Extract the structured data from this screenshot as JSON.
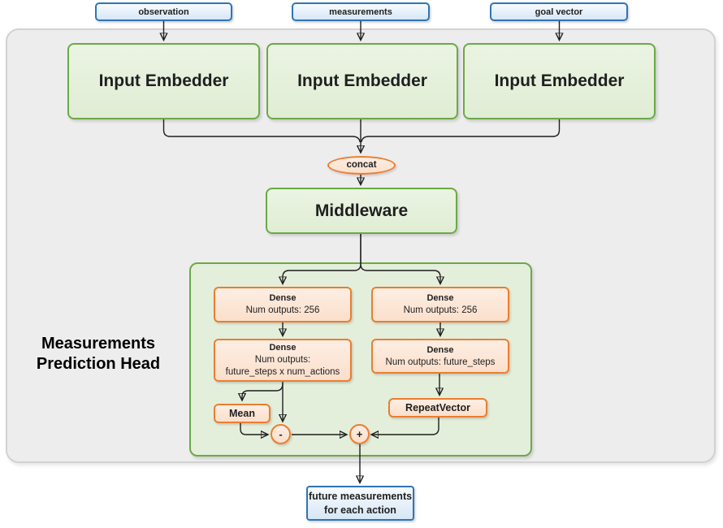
{
  "inputs": [
    {
      "label": "observation"
    },
    {
      "label": "measurements"
    },
    {
      "label": "goal vector"
    }
  ],
  "embedders": [
    {
      "label": "Input Embedder"
    },
    {
      "label": "Input Embedder"
    },
    {
      "label": "Input Embedder"
    }
  ],
  "concat": {
    "label": "concat"
  },
  "middleware": {
    "label": "Middleware"
  },
  "head": {
    "title_line1": "Measurements",
    "title_line2": "Prediction Head",
    "left_branch": {
      "dense1": {
        "title": "Dense",
        "subtitle": "Num outputs: 256"
      },
      "dense2": {
        "title": "Dense",
        "subtitle": "Num outputs:",
        "subtitle2": "future_steps x num_actions"
      },
      "mean": {
        "label": "Mean"
      },
      "minus": {
        "label": "-"
      }
    },
    "right_branch": {
      "dense1": {
        "title": "Dense",
        "subtitle": "Num outputs: 256"
      },
      "dense2": {
        "title": "Dense",
        "subtitle": "Num outputs: future_steps"
      },
      "repeat_vector": {
        "label": "RepeatVector"
      },
      "plus": {
        "label": "+"
      }
    }
  },
  "output": {
    "line1": "future measurements",
    "line2": "for each action"
  },
  "colors": {
    "blue_border": "#2e75b6",
    "blue_fill": "#dbe9f7",
    "green_border": "#6aaa45",
    "green_fill": "#e4efdb",
    "orange_border": "#ec7d31",
    "orange_fill": "#fbe3d4",
    "outer_fill": "#ededee",
    "outer_border": "#d2d2d2",
    "line": "#1f1f1f"
  }
}
